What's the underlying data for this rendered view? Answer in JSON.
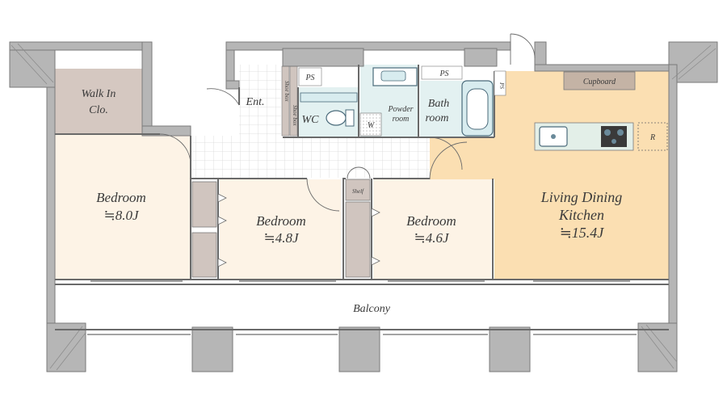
{
  "rooms": {
    "walk_in": {
      "line1": "Walk In",
      "line2": "Clo."
    },
    "bedroom1": {
      "name": "Bedroom",
      "area": "≒8.0J"
    },
    "bedroom2": {
      "name": "Bedroom",
      "area": "≒4.8J"
    },
    "bedroom3": {
      "name": "Bedroom",
      "area": "≒4.6J"
    },
    "ldk": {
      "line1": "Living Dining",
      "line2": "Kitchen",
      "area": "≒15.4J"
    },
    "entrance": "Ent.",
    "wc": "WC",
    "powder": {
      "line1": "Powder",
      "line2": "room"
    },
    "bath": {
      "line1": "Bath",
      "line2": "room"
    },
    "balcony": "Balcony"
  },
  "fixtures": {
    "ps1": "PS",
    "ps2": "PS",
    "ps3": "PS",
    "cupboard": "Cupboard",
    "fridge": "R",
    "shelf": "Shelf",
    "shoe_box1": "Shoe box",
    "shoe_box2": "Shoe box",
    "wm": "W"
  },
  "colors": {
    "wall": "#b6b6b6",
    "wall_edge": "#7a7a7a",
    "bedroom": "#fdf3e6",
    "ldk": "#fbdfb2",
    "walk_in": "#d5c8c1",
    "wet_area": "#e3f1f1",
    "closet": "#d0c5bf"
  }
}
